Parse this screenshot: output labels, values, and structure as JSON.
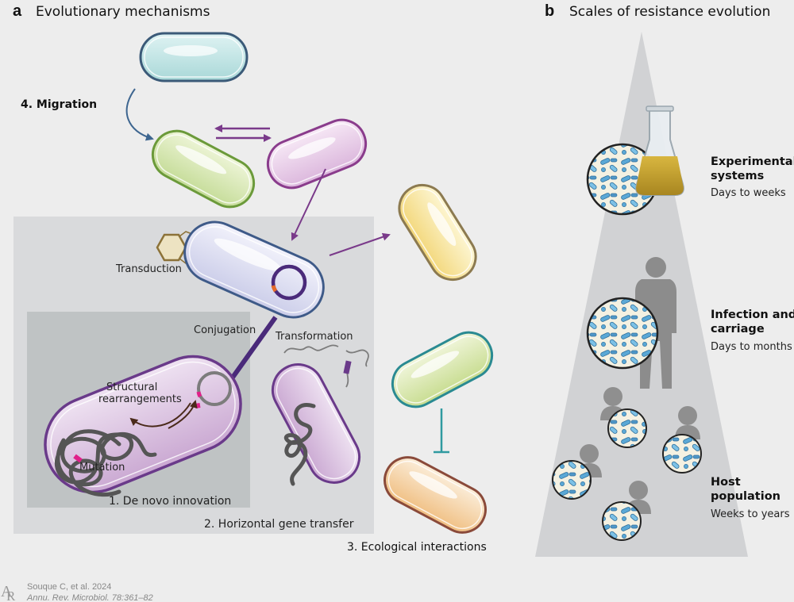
{
  "panel_a": {
    "letter": "a",
    "title": "Evolutionary mechanisms",
    "labels": {
      "migration": "4. Migration",
      "transduction": "Transduction",
      "conjugation": "Conjugation",
      "transformation": "Transformation",
      "structural_1": "Structural",
      "structural_2": "rearrangements",
      "mutation": "Mutation",
      "de_novo": "1. De novo innovation",
      "hgt": "2. Horizontal gene transfer",
      "ecological": "3. Ecological interactions"
    }
  },
  "panel_b": {
    "letter": "b",
    "title": "Scales of resistance evolution",
    "scales": [
      {
        "title_1": "Experimental",
        "title_2": "systems",
        "sub": "Days to weeks"
      },
      {
        "title_1": "Infection and",
        "title_2": "carriage",
        "sub": "Days to months"
      },
      {
        "title_1": "Host",
        "title_2": "population",
        "sub": "Weeks to years"
      }
    ]
  },
  "citation": {
    "line1": "Souque C, et al. 2024",
    "line2": "Annu. Rev. Microbiol. 78:361–82"
  },
  "colors": {
    "background": "#ededed",
    "hgt_box": "#d9dadc",
    "denovo_box": "#bfc3c4",
    "purple_arrow": "#7a3a8a",
    "migration_arrow": "#3e6690",
    "inhibit": "#2f9aa0",
    "cone": "#d1d2d4"
  }
}
